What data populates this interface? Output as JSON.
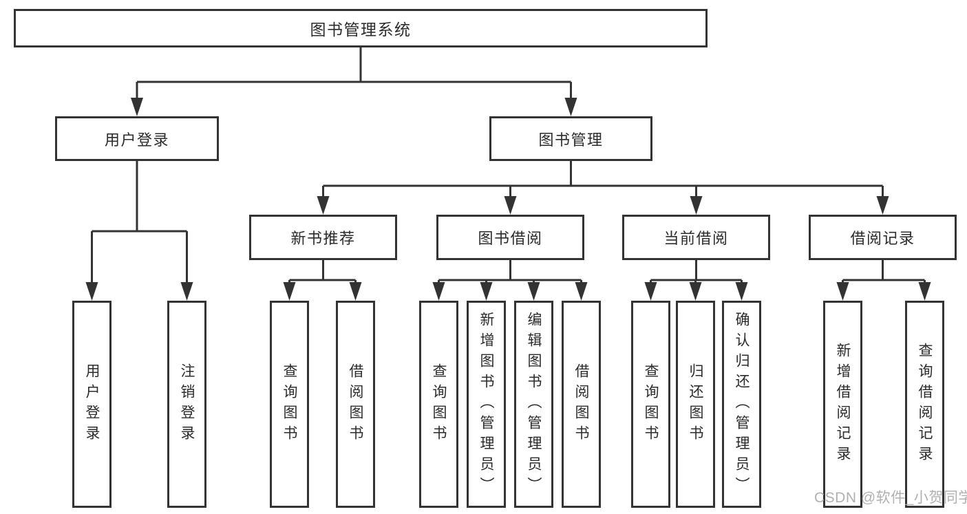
{
  "nodes": {
    "root": "图书管理系统",
    "user_login": "用户登录",
    "book_mgmt": "图书管理",
    "new_book_rec": "新书推荐",
    "book_borrow": "图书借阅",
    "current_borrow": "当前借阅",
    "borrow_records": "借阅记录",
    "ul_user_login": "用户登录",
    "ul_logout": "注销登录",
    "nb_query_books": "查询图书",
    "nb_borrow_books": "借阅图书",
    "bb_query_books": "查询图书",
    "bb_add_books": "新增图书（管理员）",
    "bb_edit_books": "编辑图书（管理员）",
    "bb_borrow_books": "借阅图书",
    "cb_query_books": "查询图书",
    "cb_return_books": "归还图书",
    "cb_confirm_return": "确认归还（管理员）",
    "br_add_record": "新增借阅记录",
    "br_query_record": "查询借阅记录"
  },
  "watermark": "CSDN @软件_小贺同学",
  "colors": {
    "line": "#333333",
    "text": "#2b2b2b",
    "watermark": "#b0b0b0",
    "background": "#ffffff"
  }
}
